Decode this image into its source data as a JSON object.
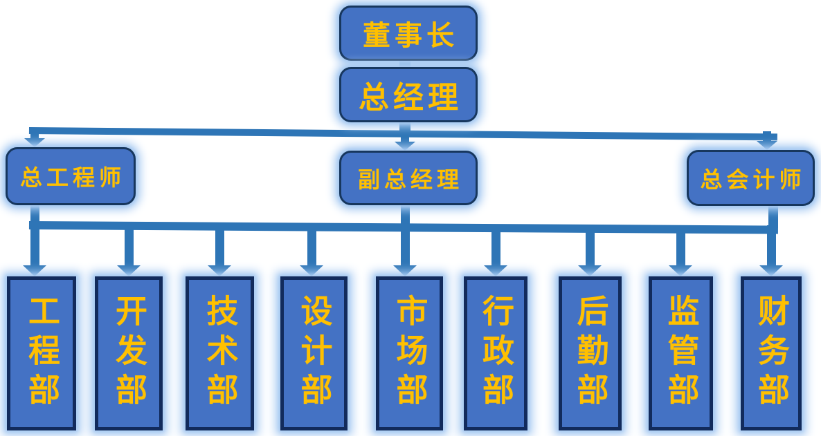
{
  "colors": {
    "background": "#FFFFFF",
    "box_fill": "#4472C4",
    "box_border": "#17375E",
    "dept_border": "#122B5C",
    "connector": "#2E75B6",
    "label_text": "#FFC000",
    "glow": "#A9CBF2"
  },
  "org_chart": {
    "chairman": {
      "label": "董事长"
    },
    "general_manager": {
      "label": "总经理"
    },
    "chief_engineer": {
      "label": "总工程师"
    },
    "deputy_general_manager": {
      "label": "副总经理"
    },
    "chief_accountant": {
      "label": "总会计师"
    },
    "departments": [
      {
        "label": "工程部"
      },
      {
        "label": "开发部"
      },
      {
        "label": "技术部"
      },
      {
        "label": "设计部"
      },
      {
        "label": "市场部"
      },
      {
        "label": "行政部"
      },
      {
        "label": "后勤部"
      },
      {
        "label": "监管部"
      },
      {
        "label": "财务部"
      }
    ]
  }
}
